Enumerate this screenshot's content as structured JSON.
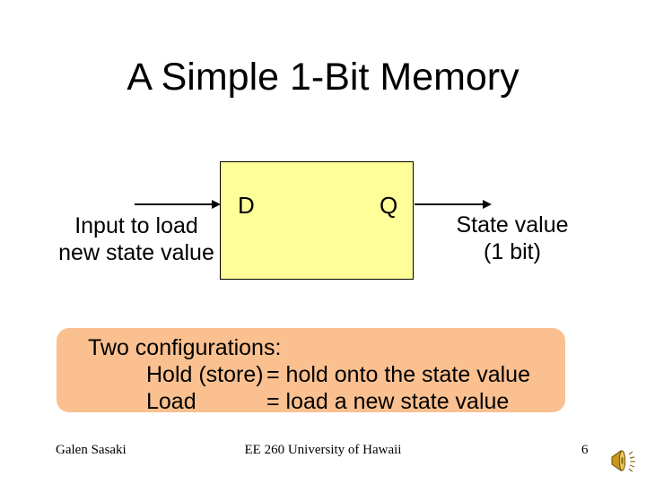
{
  "slide": {
    "title": "A Simple 1-Bit Memory",
    "diagram": {
      "box_fill": "#FFFF99",
      "pin_d": "D",
      "pin_q": "Q",
      "input_label_line1": "Input to load",
      "input_label_line2": "new state value",
      "output_label_line1": "State value",
      "output_label_line2": "(1 bit)"
    },
    "config_box": {
      "fill": "#FAC090",
      "title": "Two configurations:",
      "rows": [
        {
          "label": "Hold (store)",
          "definition": "= hold onto the state value"
        },
        {
          "label": "Load",
          "definition": "= load a new state value"
        }
      ]
    },
    "footer": {
      "author": "Galen Sasaki",
      "course": "EE 260 University of Hawaii",
      "page_number": "6",
      "audio_icon": "speaker-icon",
      "audio_icon_color": "#D9A521"
    }
  }
}
